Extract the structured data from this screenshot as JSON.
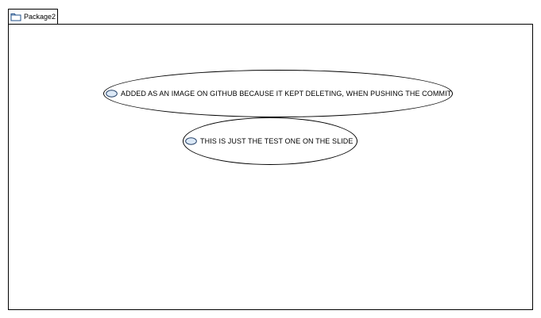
{
  "package": {
    "name": "Package2",
    "icon": "folder-icon"
  },
  "use_cases": [
    {
      "label": "ADDED AS AN IMAGE ON GITHUB BECAUSE IT KEPT DELETING, WHEN PUSHING THE COMMIT",
      "icon": "use-case-ellipse-icon"
    },
    {
      "label": "THIS IS JUST THE TEST ONE ON THE SLIDE",
      "icon": "use-case-ellipse-icon"
    }
  ],
  "colors": {
    "icon_fill": "#dce9f7",
    "icon_stroke": "#1f3c64",
    "folder_stroke": "#1f4f8a",
    "line": "#000000"
  }
}
